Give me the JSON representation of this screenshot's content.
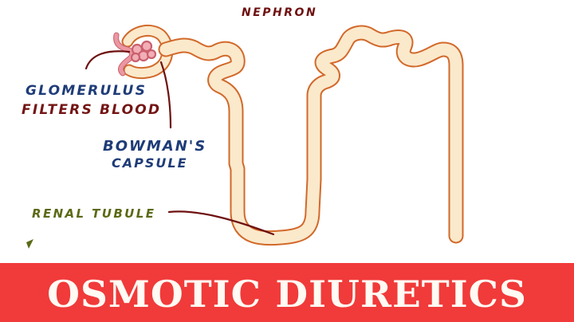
{
  "diagram": {
    "title": "NEPHRON",
    "labels": {
      "glomerulus": "GLOMERULUS",
      "glomerulus_function": "FILTERS BLOOD",
      "bowmans_capsule_line1": "BOWMAN'S",
      "bowmans_capsule_line2": "CAPSULE",
      "renal_tubule": "RENAL TUBULE"
    },
    "colors": {
      "tubule_fill": "#fbe9cc",
      "tubule_outline": "#d2692a",
      "glomerulus": "#e8909a",
      "pointer_line": "#6e1010",
      "label_blue": "#1f3c78",
      "label_red": "#741515",
      "label_olive": "#5a6a16"
    }
  },
  "banner": {
    "text": "OSMOTIC DIURETICS",
    "background": "#f13a3a",
    "text_color": "#fffaf3"
  }
}
